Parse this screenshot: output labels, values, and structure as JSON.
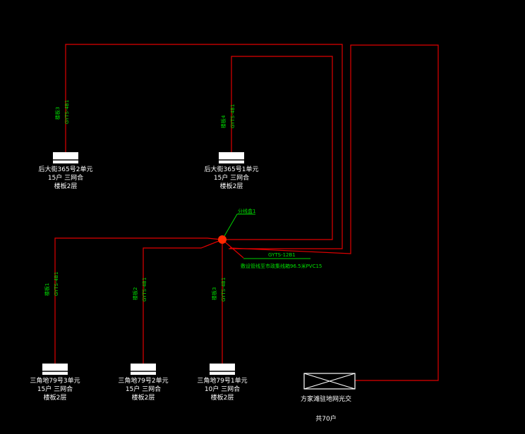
{
  "diagram": {
    "colors": {
      "background": "#000000",
      "cable": "#e00000",
      "annotation": "#00e000",
      "text": "#ffffff",
      "junction": "#ff2a00"
    },
    "junction_label": "分线盒1",
    "trunk_label_1": "GYTS-12B1",
    "trunk_label_2": "敷设管线至市政集线箱96.5米PVC15",
    "units": [
      {
        "id": "u1",
        "line1": "后大街365号2单元",
        "line2": "15户 三网合",
        "line3": "楼板2层",
        "cable_a": "楼板3",
        "cable_b": "GYTS-4B1"
      },
      {
        "id": "u2",
        "line1": "后大街365号1单元",
        "line2": "15户 三网合",
        "line3": "楼板2层",
        "cable_a": "楼板4",
        "cable_b": "GYTS-4B1"
      },
      {
        "id": "u3",
        "line1": "三角地79号3单元",
        "line2": "15户 三网合",
        "line3": "楼板2层",
        "cable_a": "楼板1",
        "cable_b": "GYTS-4B1"
      },
      {
        "id": "u4",
        "line1": "三角地79号2单元",
        "line2": "15户 三网合",
        "line3": "楼板2层",
        "cable_a": "楼板2",
        "cable_b": "GYTS-4B1"
      },
      {
        "id": "u5",
        "line1": "三角地79号1单元",
        "line2": "10户 三网合",
        "line3": "楼板2层",
        "cable_a": "楼板3",
        "cable_b": "GYTS-4B1"
      }
    ],
    "cabinet": {
      "label": "方家滩驻地网光交",
      "total": "共70户"
    }
  }
}
